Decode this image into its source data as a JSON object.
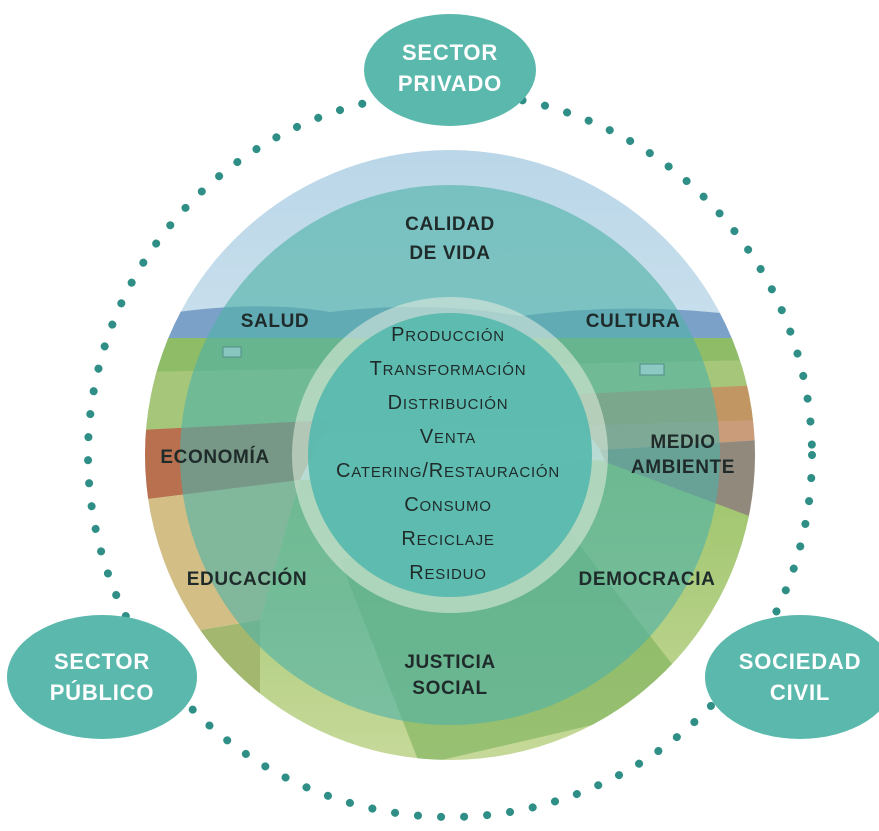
{
  "actors": {
    "top": [
      "SECTOR",
      "PRIVADO"
    ],
    "left": [
      "SECTOR",
      "PÚBLICO"
    ],
    "right": [
      "SOCIEDAD",
      "CIVIL"
    ]
  },
  "dimensions": {
    "calidad": [
      "CALIDAD",
      "DE VIDA"
    ],
    "salud": "SALUD",
    "cultura": "CULTURA",
    "economia": "ECONOMÍA",
    "medio": [
      "MEDIO",
      "AMBIENTE"
    ],
    "educacion": "EDUCACIÓN",
    "democracia": "DEMOCRACIA",
    "justicia": [
      "JUSTICIA",
      "SOCIAL"
    ]
  },
  "chain": [
    "Producción",
    "Transformación",
    "Distribución",
    "Venta",
    "Catering/Restauración",
    "Consumo",
    "Reciclaje",
    "Residuo"
  ],
  "colors": {
    "teal": "#5bb8ad",
    "teal_dark": "#3d9d94",
    "dot": "#2f8f86",
    "sky": "#cfe3ee",
    "hills": "#5f8fbf",
    "field_green": "#8ebd5e",
    "field_red": "#b86a4a",
    "field_tan": "#d9c08a"
  }
}
